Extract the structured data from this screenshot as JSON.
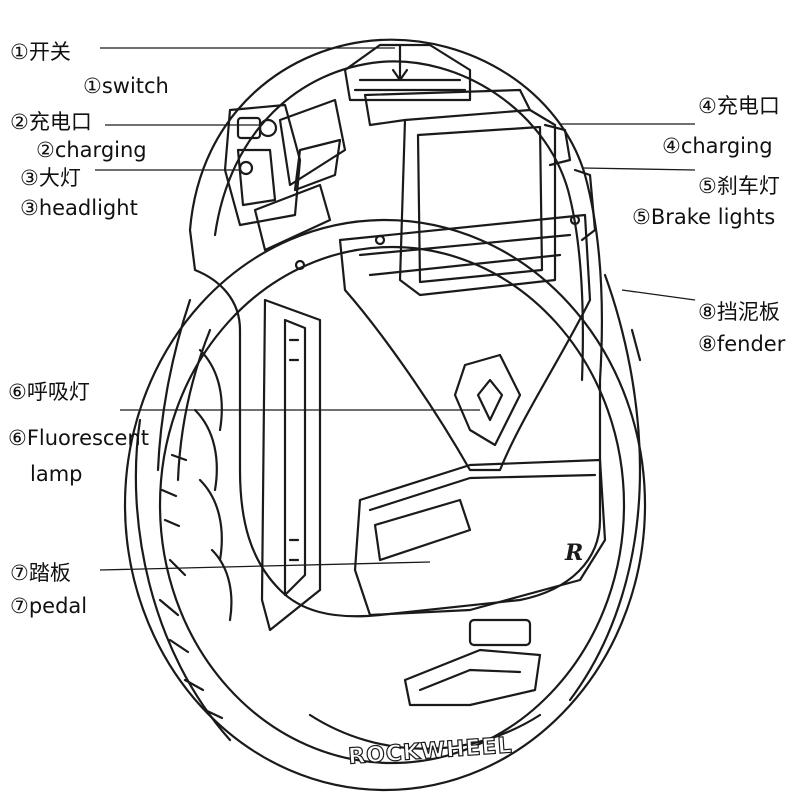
{
  "brand": {
    "wheel_text": "ROCKWHEEL",
    "pedal_mark": "R"
  },
  "colors": {
    "stroke": "#1a1a1a",
    "text": "#111111",
    "background": "#ffffff"
  },
  "callouts": [
    {
      "id": "switch",
      "zh": "①开关",
      "en": "①switch"
    },
    {
      "id": "charging-left",
      "zh": "②充电口",
      "en": "②charging"
    },
    {
      "id": "headlight",
      "zh": "③大灯",
      "en": "③headlight"
    },
    {
      "id": "charging-right",
      "zh": "④充电口",
      "en": "④charging"
    },
    {
      "id": "brake",
      "zh": "⑤刹车灯",
      "en": "⑤Brake lights"
    },
    {
      "id": "lamp",
      "zh": "⑥呼吸灯",
      "en": "⑥Fluorescent",
      "en2": "lamp"
    },
    {
      "id": "pedal",
      "zh": "⑦踏板",
      "en": "⑦pedal"
    },
    {
      "id": "fender",
      "zh": "⑧挡泥板",
      "en": "⑧fender"
    }
  ]
}
